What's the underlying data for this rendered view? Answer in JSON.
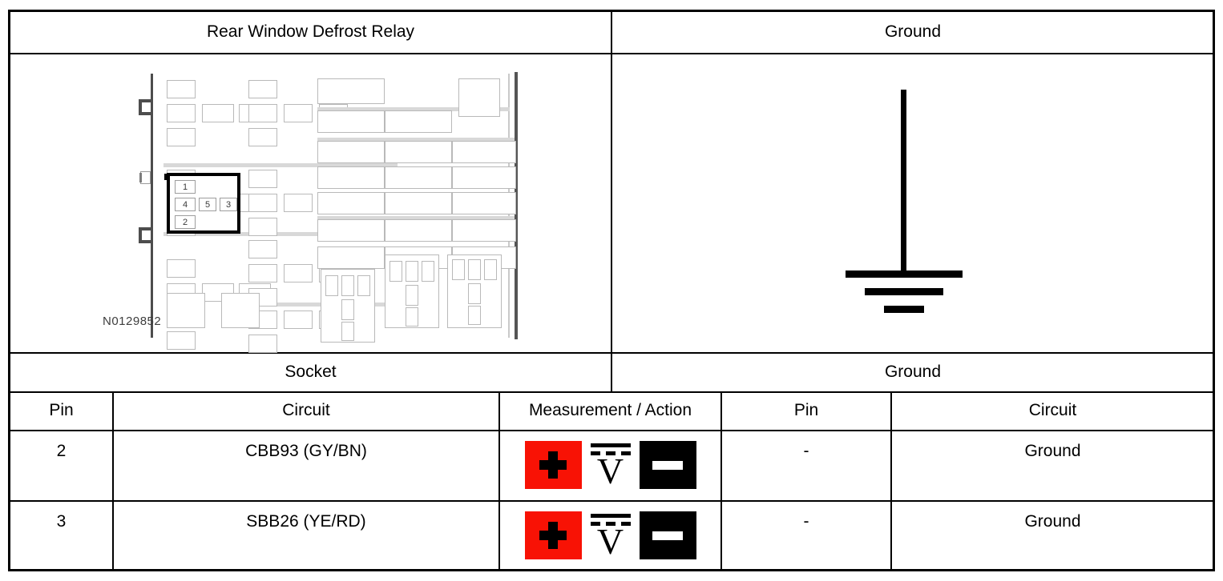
{
  "document": {
    "title": "Rear Window Defrost Relay",
    "component_header": "Rear Window Defrost Relay",
    "ground_header": "Ground"
  },
  "illustration": {
    "caption": "N0129852",
    "highlighted_socket": {
      "label": "relay-socket",
      "pins": [
        "1",
        "4",
        "5",
        "3",
        "2"
      ]
    }
  },
  "section_headers": {
    "socket": "Socket",
    "ground": "Ground"
  },
  "table": {
    "columns": [
      "Pin",
      "Circuit",
      "Measurement / Action",
      "Pin",
      "Circuit"
    ],
    "rows": [
      {
        "socket_pin": "2",
        "socket_circuit": "CBB93 (GY/BN)",
        "measurement": {
          "positive_label": "+",
          "meter_symbol": "V",
          "meter_type": "DC voltage",
          "negative_label": "-"
        },
        "ground_pin": "-",
        "ground_circuit": "Ground"
      },
      {
        "socket_pin": "3",
        "socket_circuit": "SBB26 (YE/RD)",
        "measurement": {
          "positive_label": "+",
          "meter_symbol": "V",
          "meter_type": "DC voltage",
          "negative_label": "-"
        },
        "ground_pin": "-",
        "ground_circuit": "Ground"
      }
    ]
  },
  "colors": {
    "positive_terminal": "#f81205",
    "negative_terminal": "#000000",
    "border": "#000000",
    "diagram_line": "#b9b9b9",
    "highlight": "#000000"
  }
}
